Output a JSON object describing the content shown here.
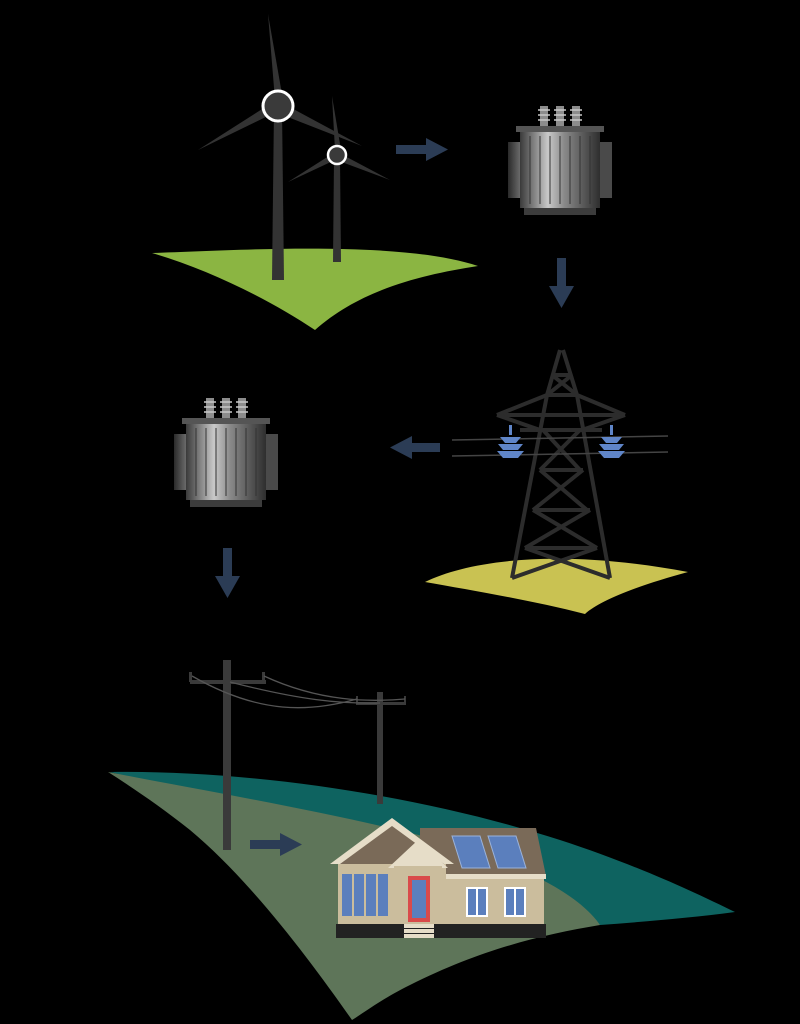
{
  "diagram": {
    "nodes": [
      {
        "id": "wind-farm",
        "icon": "wind-turbine-icon"
      },
      {
        "id": "step-up-transformer",
        "icon": "transformer-icon"
      },
      {
        "id": "transmission-tower",
        "icon": "transmission-tower-icon"
      },
      {
        "id": "step-down-transformer",
        "icon": "transformer-icon"
      },
      {
        "id": "distribution-poles",
        "icon": "utility-pole-icon"
      },
      {
        "id": "solar-house",
        "icon": "house-icon"
      }
    ],
    "edges": [
      {
        "from": "wind-farm",
        "to": "step-up-transformer",
        "direction": "right"
      },
      {
        "from": "step-up-transformer",
        "to": "transmission-tower",
        "direction": "down"
      },
      {
        "from": "transmission-tower",
        "to": "step-down-transformer",
        "direction": "left"
      },
      {
        "from": "step-down-transformer",
        "to": "distribution-poles",
        "direction": "down"
      },
      {
        "from": "distribution-poles",
        "to": "solar-house",
        "direction": "right"
      }
    ]
  },
  "colors": {
    "background": "#000000",
    "grass": "#8bb542",
    "tower_ground": "#c9c252",
    "field": "#5e7559",
    "river": "#0e6360",
    "arrow": "#2b3c55",
    "insulator": "#5f85c8",
    "tower_steel": "#2c2c2c",
    "turbine": "#333333",
    "house_wall": "#cbbd9d",
    "house_roof": "#7a6a58",
    "solar_panel": "#5b7fbd",
    "door": "#d94a4a"
  }
}
